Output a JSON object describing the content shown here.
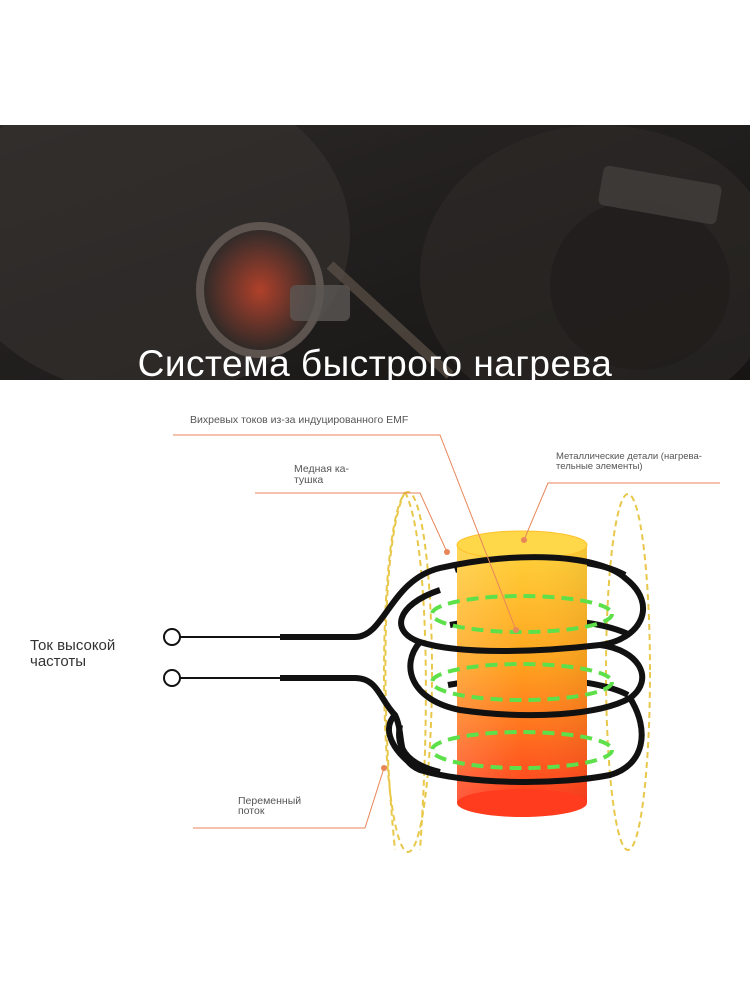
{
  "banner": {
    "title": "Система быстрого нагрева"
  },
  "labels": {
    "eddy": "Вихревых токов из-за индуцированного EMF",
    "copper_line1": "Медная ка-",
    "copper_line2": "тушка",
    "metal_line1": "Металлические детали (нагрева-",
    "metal_line2": "тельные элементы)",
    "current_line1": "Ток высокой",
    "current_line2": "частоты",
    "flux_line1": "Переменный",
    "flux_line2": "поток"
  },
  "colors": {
    "leader": "#e8865a",
    "coil": "#111111",
    "flux": "#e8c84a",
    "eddy": "#5ee04a",
    "core_top": "#ffd23a",
    "core_bottom": "#ff3c1e"
  }
}
